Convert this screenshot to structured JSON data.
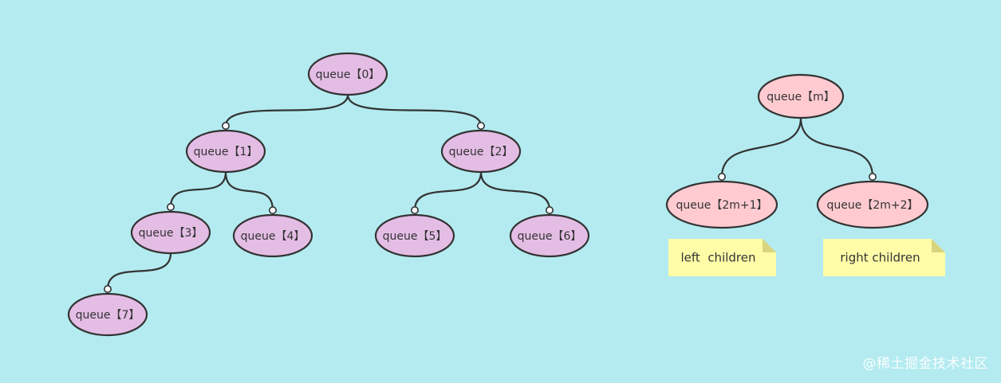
{
  "diagram": {
    "title": "",
    "colors": {
      "background": "#b3ebf0",
      "tree_node_fill": "#e4bde5",
      "formula_node_fill": "#ffcbd1",
      "node_stroke": "#333333",
      "edge_stroke": "#333333",
      "note_fill": "#fffca8",
      "note_fold": "#d9d57f"
    },
    "nodes": [
      {
        "id": "q0",
        "label": "queue【0】",
        "group": "tree"
      },
      {
        "id": "q1",
        "label": "queue【1】",
        "group": "tree"
      },
      {
        "id": "q2",
        "label": "queue【2】",
        "group": "tree"
      },
      {
        "id": "q3",
        "label": "queue【3】",
        "group": "tree"
      },
      {
        "id": "q4",
        "label": "queue【4】",
        "group": "tree"
      },
      {
        "id": "q5",
        "label": "queue【5】",
        "group": "tree"
      },
      {
        "id": "q6",
        "label": "queue【6】",
        "group": "tree"
      },
      {
        "id": "q7",
        "label": "queue【7】",
        "group": "tree"
      },
      {
        "id": "qm",
        "label": "queue【m】",
        "group": "formula"
      },
      {
        "id": "ql",
        "label": "queue【2m+1】",
        "group": "formula"
      },
      {
        "id": "qr",
        "label": "queue【2m+2】",
        "group": "formula"
      }
    ],
    "edges": [
      {
        "from": "q0",
        "to": "q1"
      },
      {
        "from": "q0",
        "to": "q2"
      },
      {
        "from": "q1",
        "to": "q3"
      },
      {
        "from": "q1",
        "to": "q4"
      },
      {
        "from": "q2",
        "to": "q5"
      },
      {
        "from": "q2",
        "to": "q6"
      },
      {
        "from": "q3",
        "to": "q7"
      },
      {
        "from": "qm",
        "to": "ql"
      },
      {
        "from": "qm",
        "to": "qr"
      }
    ],
    "notes": [
      {
        "id": "note-left",
        "label": "left  children"
      },
      {
        "id": "note-right",
        "label": "right children"
      }
    ]
  },
  "watermark": {
    "text": "@稀土掘金技术社区"
  }
}
